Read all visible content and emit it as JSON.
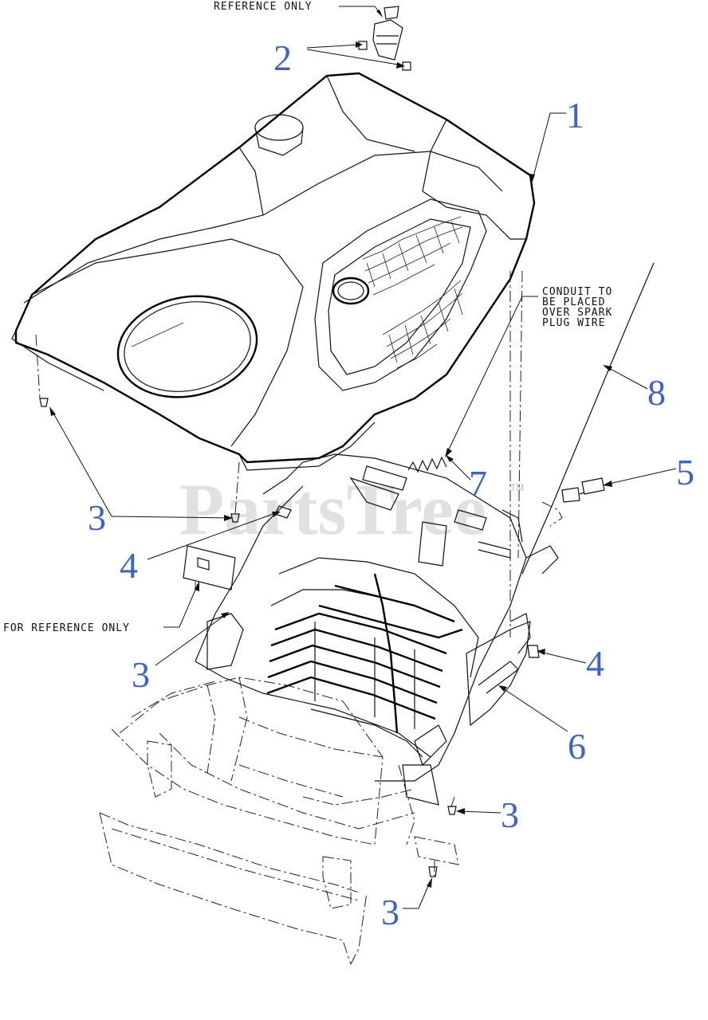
{
  "notes": {
    "reference_only_top": "REFERENCE ONLY",
    "conduit_line1": "CONDUIT TO",
    "conduit_line2": "BE PLACED",
    "conduit_line3": "OVER SPARK",
    "conduit_line4": "PLUG WIRE",
    "for_reference_only": "FOR REFERENCE ONLY"
  },
  "callouts": {
    "c1": "1",
    "c2": "2",
    "c3_left": "3",
    "c3_mid": "3",
    "c3_right": "3",
    "c3_bottom": "3",
    "c4_left": "4",
    "c4_right": "4",
    "c5": "5",
    "c6": "6",
    "c7": "7",
    "c8": "8"
  },
  "watermark": {
    "text": "PartsTree",
    "tm": "TM"
  },
  "colors": {
    "callout": "#3e63c6",
    "lines": "#111111",
    "watermark": "#bdbdbd"
  }
}
